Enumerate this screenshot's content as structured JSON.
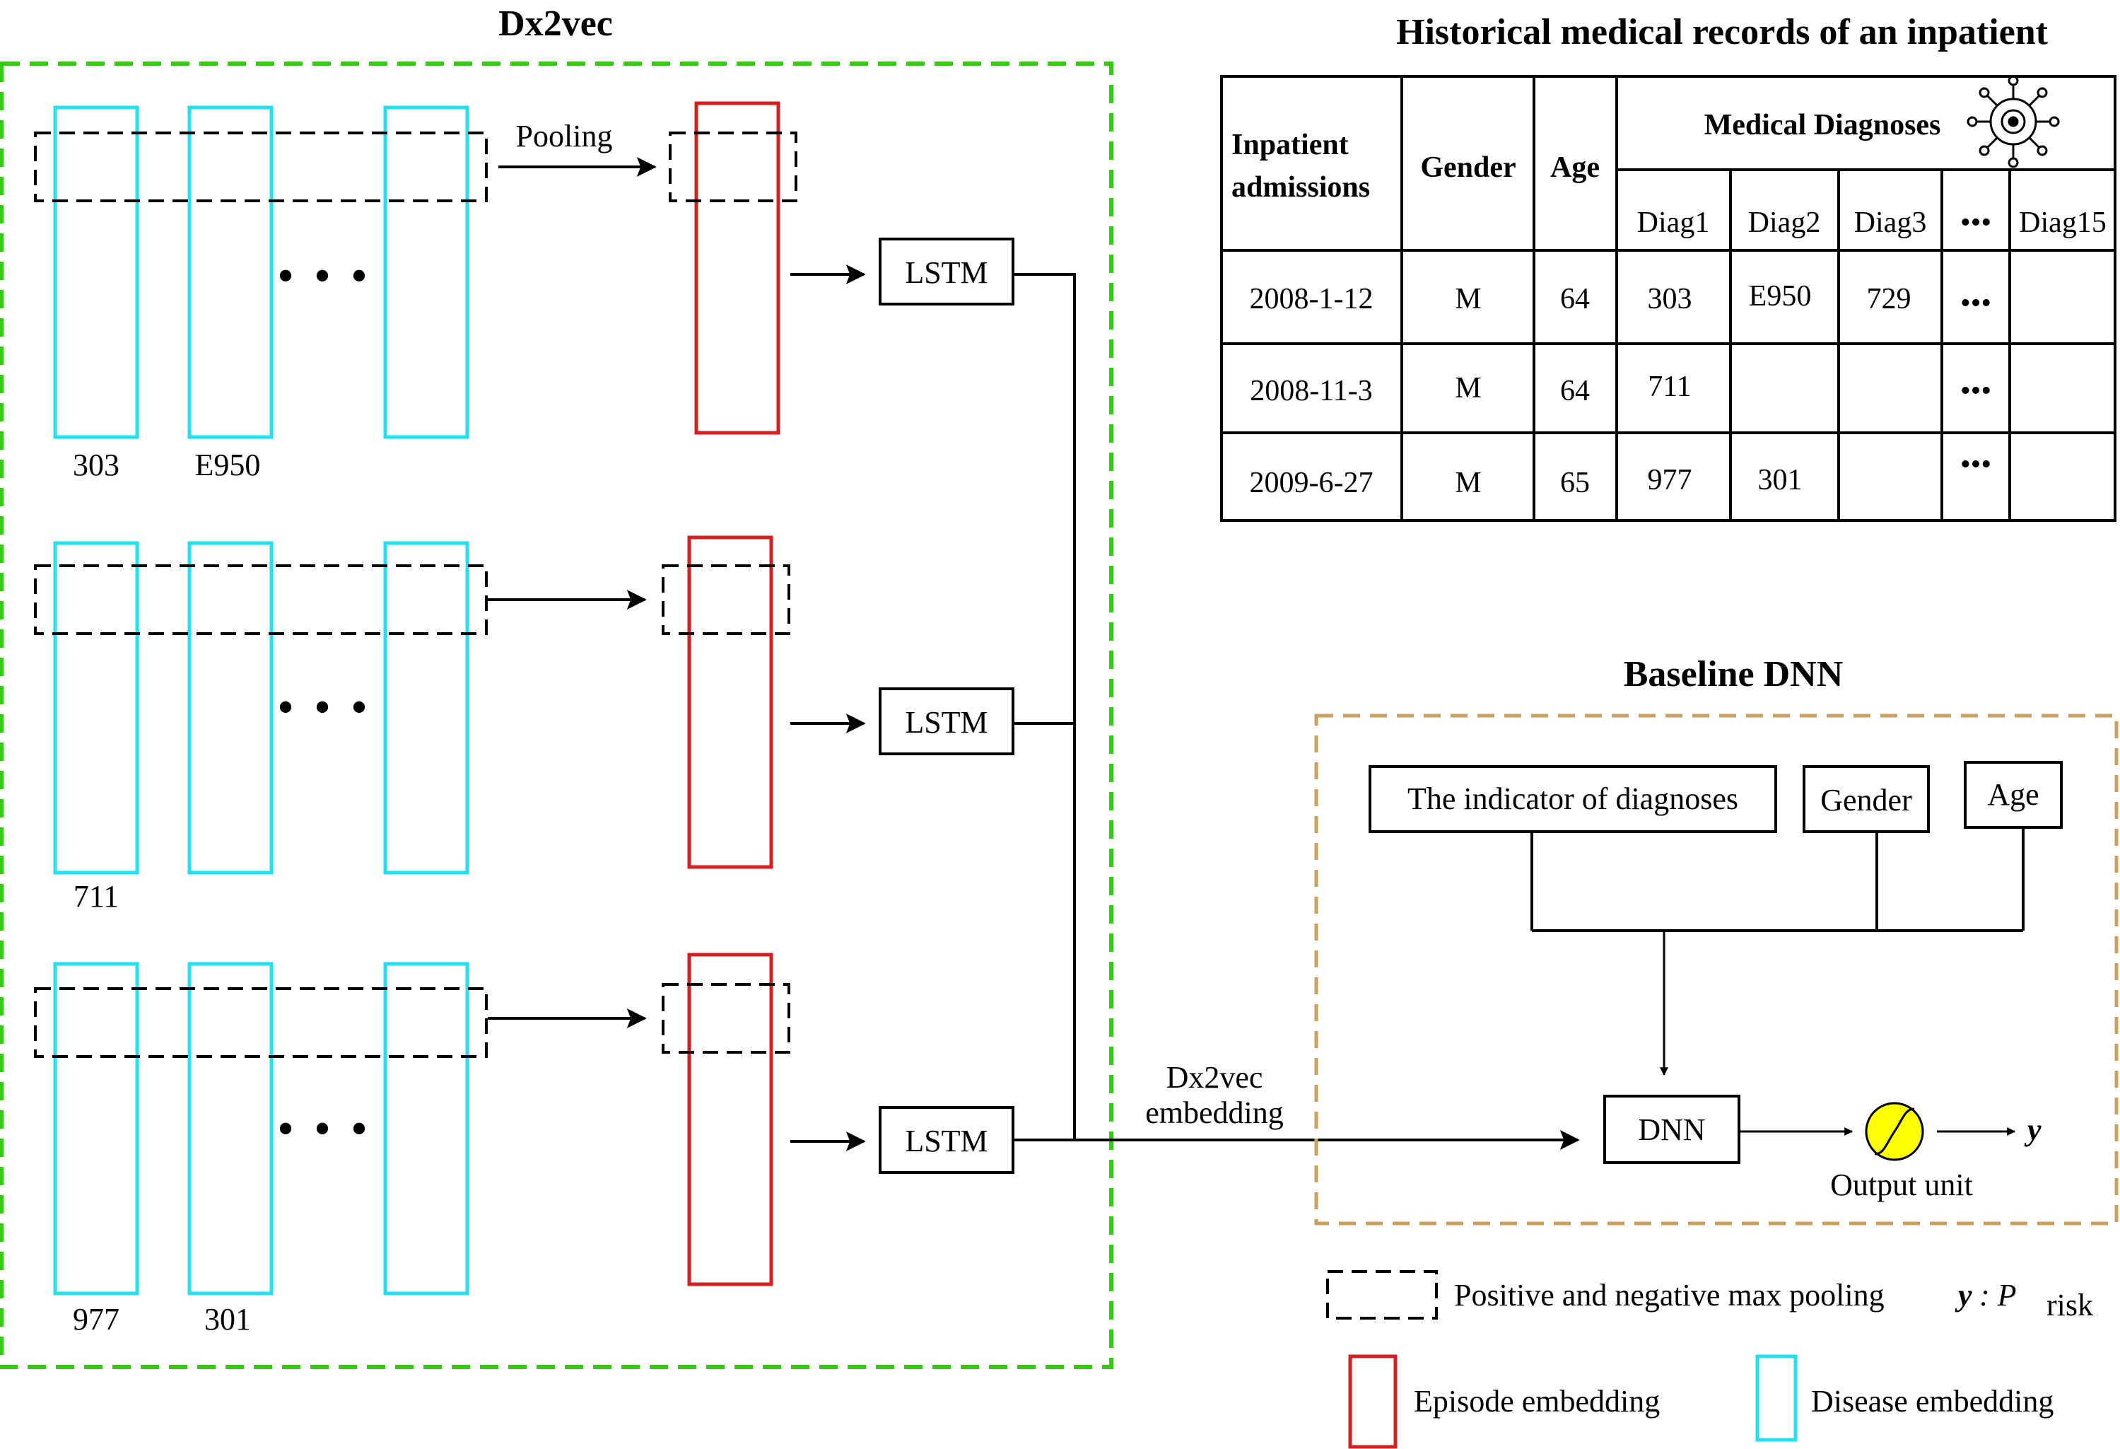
{
  "dx2vec": {
    "title": "Dx2vec",
    "pooling_label": "Pooling",
    "lstm_label": "LSTM",
    "admissions": [
      {
        "codes": [
          "303",
          "E950"
        ]
      },
      {
        "codes": [
          "711"
        ]
      },
      {
        "codes": [
          "977",
          "301"
        ]
      }
    ],
    "ellipsis": "• • •",
    "embedding_label_line1": "Dx2vec",
    "embedding_label_line2": "embedding"
  },
  "records": {
    "title": "Historical medical records of an inpatient",
    "headers": {
      "admissions_line1": "Inpatient",
      "admissions_line2": "admissions",
      "gender": "Gender",
      "age": "Age",
      "diagnoses": "Medical Diagnoses",
      "diag_cols": [
        "Diag1",
        "Diag2",
        "Diag3",
        "•••",
        "Diag15"
      ]
    },
    "rows": [
      {
        "date": "2008-1-12",
        "gender": "M",
        "age": "64",
        "diags": [
          "303",
          "E950",
          "729",
          "•••",
          ""
        ]
      },
      {
        "date": "2008-11-3",
        "gender": "M",
        "age": "64",
        "diags": [
          "711",
          "",
          "",
          "•••",
          ""
        ]
      },
      {
        "date": "2009-6-27",
        "gender": "M",
        "age": "65",
        "diags": [
          "977",
          "301",
          "",
          "•••",
          ""
        ]
      }
    ]
  },
  "baseline": {
    "title": "Baseline DNN",
    "indicator": "The indicator of diagnoses",
    "gender": "Gender",
    "age": "Age",
    "dnn": "DNN",
    "output_unit": "Output unit",
    "y": "y"
  },
  "legend": {
    "pooling": "Positive and negative max pooling",
    "episode": "Episode embedding",
    "disease": "Disease embedding",
    "y_label": "y",
    "p_label": ": P",
    "p_sub": "risk"
  },
  "colors": {
    "dx2vec_border": "#33cc11",
    "baseline_border": "#c8a060",
    "episode": "#d62020",
    "disease": "#22e0f0",
    "output_unit": "#ffff00"
  }
}
